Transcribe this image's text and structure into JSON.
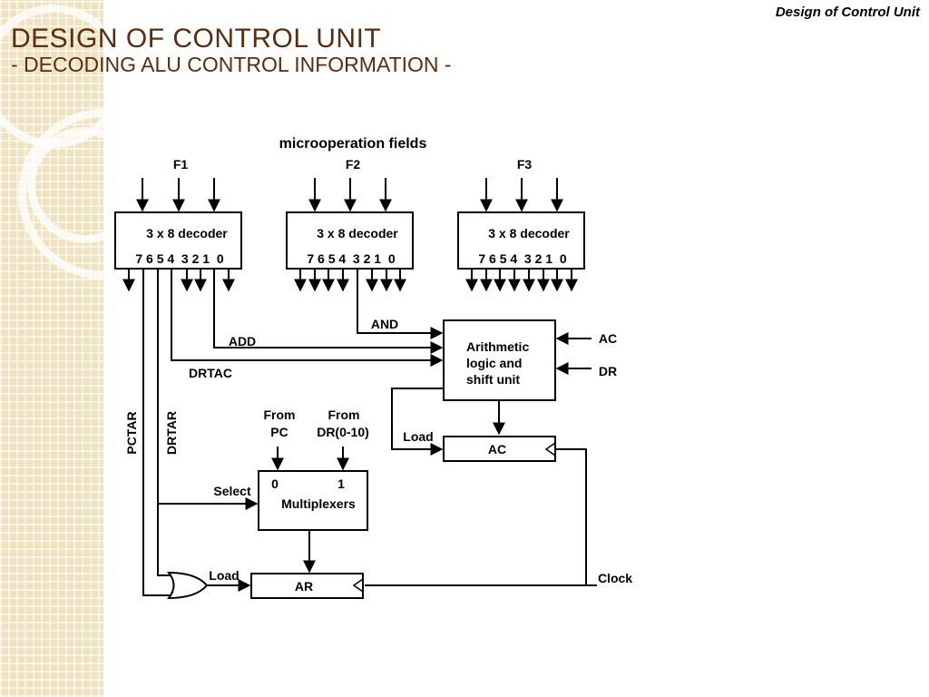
{
  "header": {
    "corner_label": "Design of Control Unit",
    "title": "DESIGN  OF  CONTROL  UNIT",
    "subtitle": "- DECODING  ALU CONTROL INFORMATION -"
  },
  "diagram": {
    "fields_label": "microoperation fields",
    "fields": [
      "F1",
      "F2",
      "F3"
    ],
    "decoder_label": "3 x 8 decoder",
    "output_numbers": "7 6 5 4  3 2 1  0",
    "signals": {
      "and": "AND",
      "add": "ADD",
      "drtac": "DRTAC",
      "pctar": "PCTAR",
      "drtar": "DRTAR",
      "select": "Select",
      "load_ac": "Load",
      "load_ar": "Load",
      "clock": "Clock",
      "ac_in": "AC",
      "dr_in": "DR"
    },
    "alu_lines": [
      "Arithmetic",
      "logic and",
      "shift unit"
    ],
    "ac_register": "AC",
    "ar_register": "AR",
    "mux": {
      "label": "Multiplexers",
      "input0": "0",
      "input1": "1",
      "from_pc_lines": [
        "From",
        "PC"
      ],
      "from_dr_lines": [
        "From",
        "DR(0-10)"
      ]
    }
  }
}
